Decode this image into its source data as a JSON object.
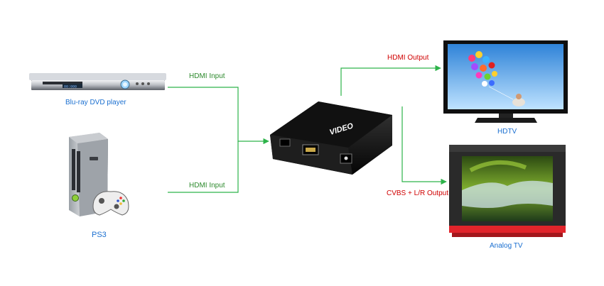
{
  "devices": {
    "dvd_player": {
      "label": "Blu-ray DVD player",
      "display": "00:000"
    },
    "console": {
      "label": "PS3"
    },
    "converter": {
      "brand": "VIDEO"
    },
    "hdtv": {
      "label": "HDTV"
    },
    "analog_tv": {
      "label": "Analog TV"
    }
  },
  "connections": {
    "hdmi_input_top": "HDMI Input",
    "hdmi_input_bottom": "HDMI Input",
    "hdmi_output": "HDMI  Output",
    "cvbs_output": "CVBS + L/R  Output"
  },
  "colors": {
    "line": "#2db34a",
    "device_label": "#1a6fd0",
    "input_label": "#2d8a2d",
    "output_label": "#d00000",
    "analog_tv_frame": "#e1242b"
  }
}
